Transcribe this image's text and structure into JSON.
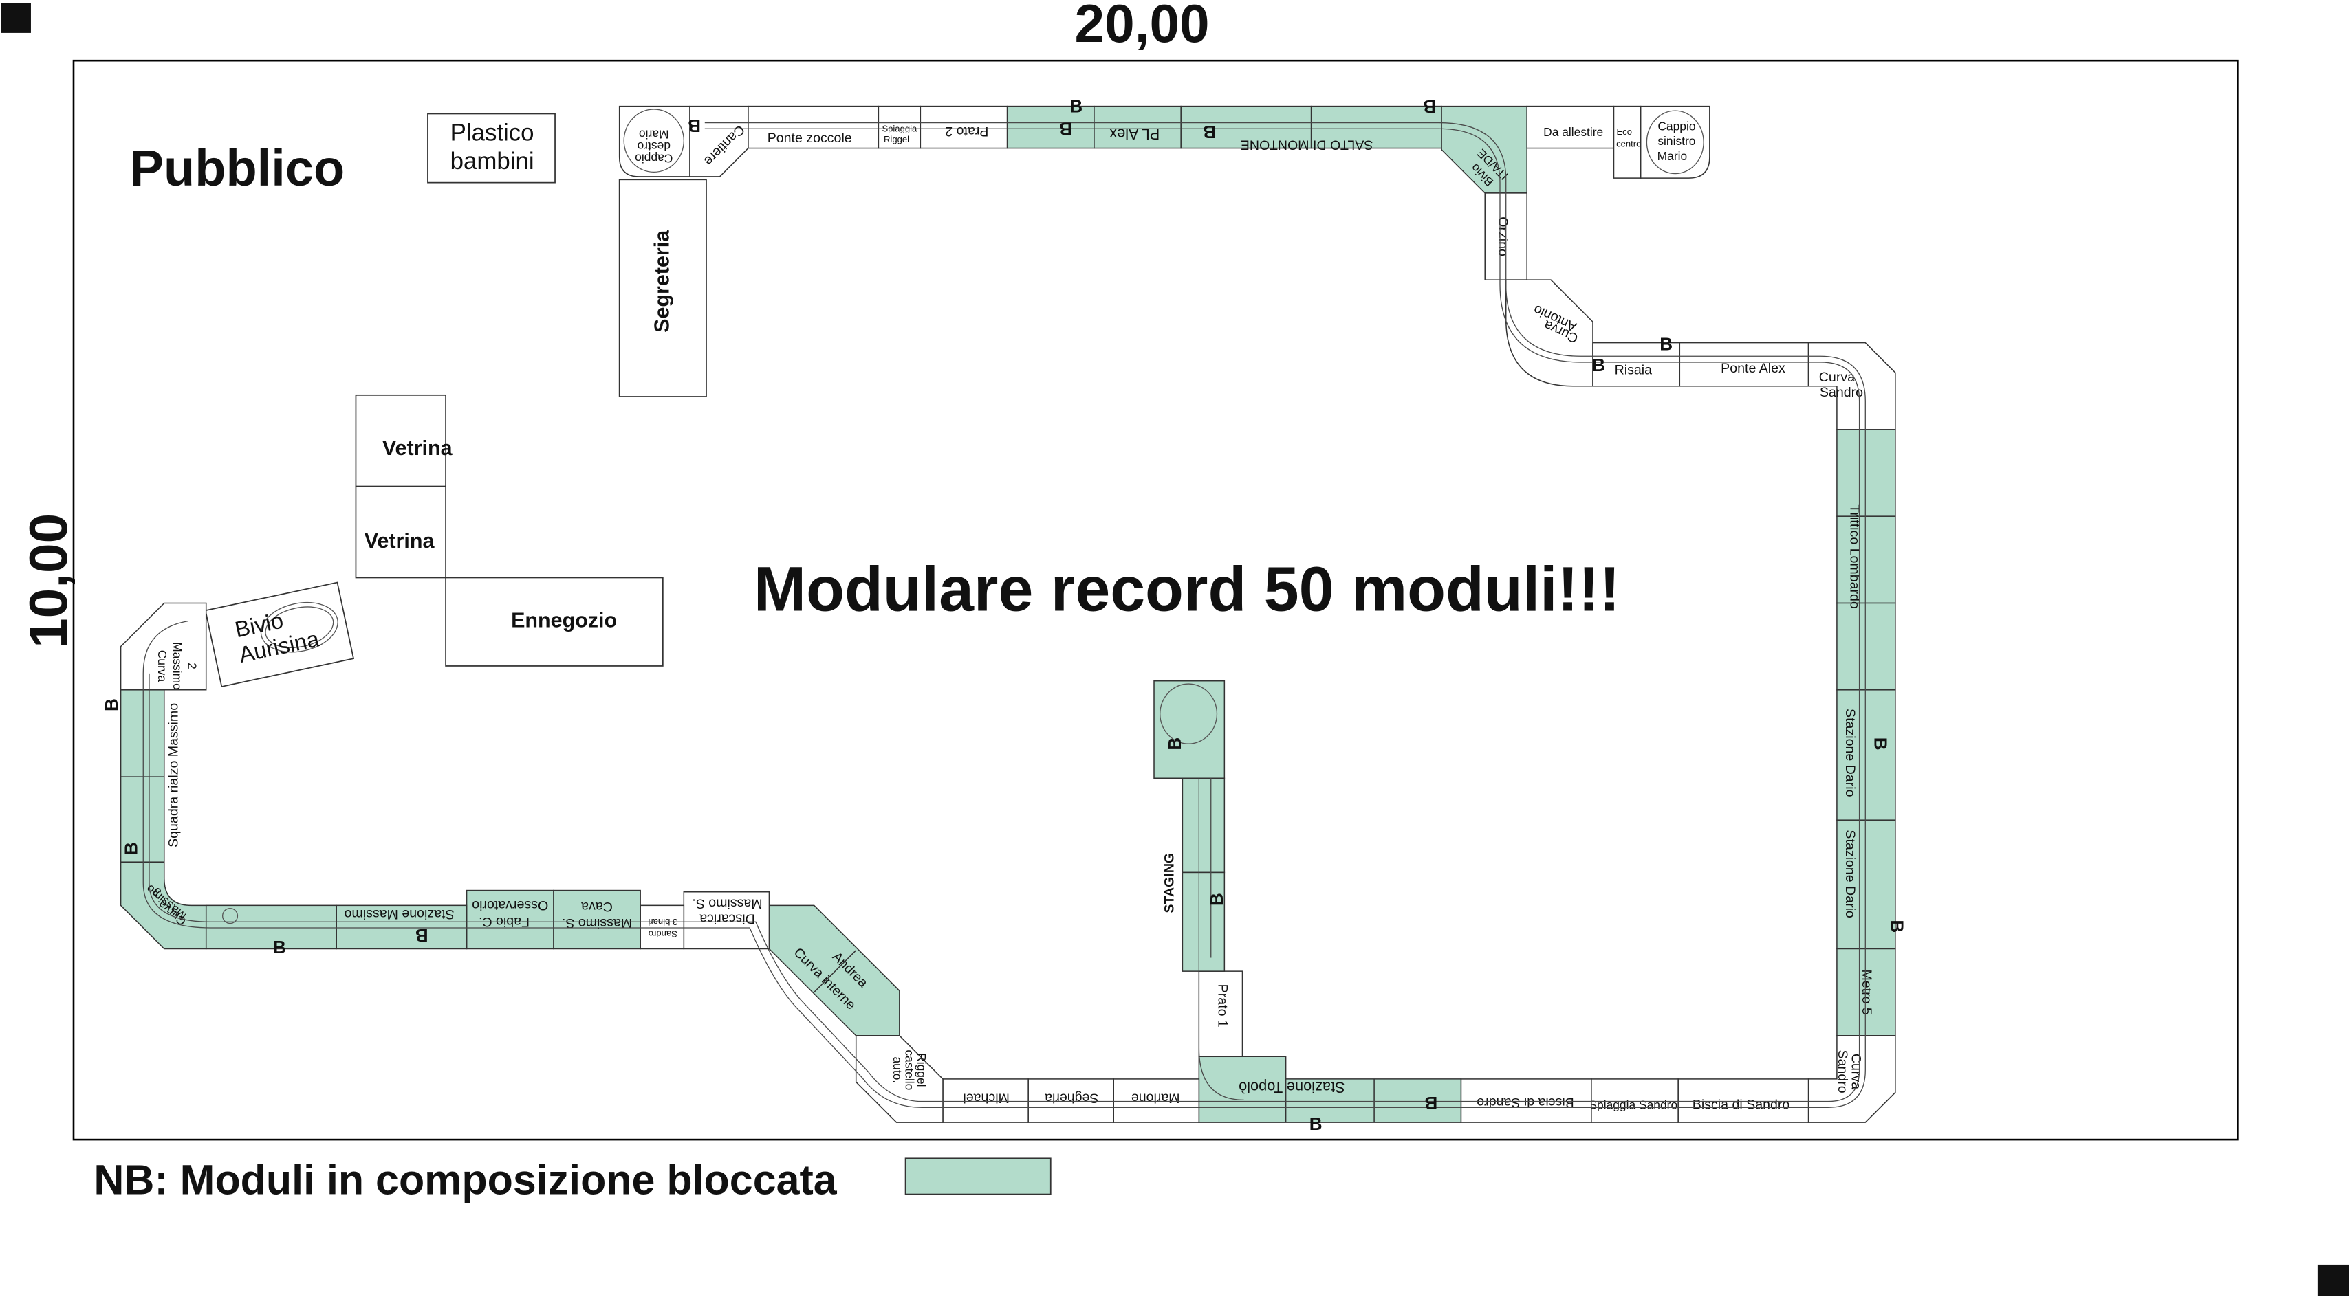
{
  "title": "Modulare record 50 moduli!!!",
  "dimensions": {
    "width_label": "20,00",
    "height_label": "10,00"
  },
  "area_label": "Pubblico",
  "booths": {
    "plastico": [
      "Plastico",
      "bambini"
    ],
    "segreteria": "Segreteria",
    "vetrina_1": "Vetrina",
    "vetrina_2": "Vetrina",
    "ennegozio": "Ennegozio",
    "bivio_aurisina": [
      "Bivio",
      "Aurisina"
    ]
  },
  "legend": {
    "text": "NB: Moduli in composizione bloccata",
    "color": "#b3dccb"
  },
  "colors": {
    "locked": "#b3dccb",
    "frame": "#000000",
    "track": "#4a4a4a"
  },
  "block_marker": "B",
  "modules": {
    "cappio_destro": [
      "Cappio",
      "destro",
      "Mario"
    ],
    "cantiere": "Cantiere",
    "ponte_zoccole": "Ponte zoccole",
    "spiaggia_riggel": [
      "Spiaggia",
      "Riggel"
    ],
    "prato2": "Prato 2",
    "pl_alex": "PL Alex",
    "salto_montone": "SALTO DI MONTONE",
    "bivio_itade": [
      "Bivio",
      "ITA/DE"
    ],
    "da_allestire": "Da allestire",
    "eco_centro": [
      "Eco",
      "centro"
    ],
    "cappio_sinistro": [
      "Cappio",
      "sinistro",
      "Mario"
    ],
    "orzino": "Orzino",
    "curva_antonio": [
      "Curva",
      "Antonio"
    ],
    "risaia": "Risaia",
    "ponte_alex": "Ponte Alex",
    "curva_sandro_top": [
      "Curva",
      "Sandro"
    ],
    "trittico": "Trittico Lombardo",
    "stazione_dario_1": "Stazione Dario",
    "stazione_dario_2": "Stazione Dario",
    "metro5": "Metro 5",
    "curva_sandro_bottom": [
      "Curva",
      "Sandro"
    ],
    "biscia_sandro_1": "Biscia di Sandro",
    "spiaggia_sandro": "Spiaggia Sandro",
    "biscia_sandro_2": "Biscia di Sandro",
    "stazione_topolo": "Stazione Topolò",
    "prato1": "Prato 1",
    "staging": "STAGING",
    "marione": "Marione",
    "segheria": "Segheria",
    "michael": "Michael",
    "riggel_castello": [
      "Riggel",
      "castello",
      "auto."
    ],
    "curva_interne": "Curva interne",
    "andrea": "Andrea",
    "discarica": [
      "Discarica",
      "Massimo S."
    ],
    "sandro_3binari": [
      "Sandro",
      "3 binari"
    ],
    "cava": [
      "Cava",
      "Massimo S."
    ],
    "osservatorio": [
      "Osservatorio",
      "Fabio C."
    ],
    "stazione_massimo": "Stazione Massimo",
    "curva_massimo3": [
      "Curva",
      "Massimo",
      "3"
    ],
    "squadra_rialzo": "Squadra rialzo Massimo",
    "curva_massimo2": [
      "Curva",
      "Massimo",
      "2"
    ]
  }
}
